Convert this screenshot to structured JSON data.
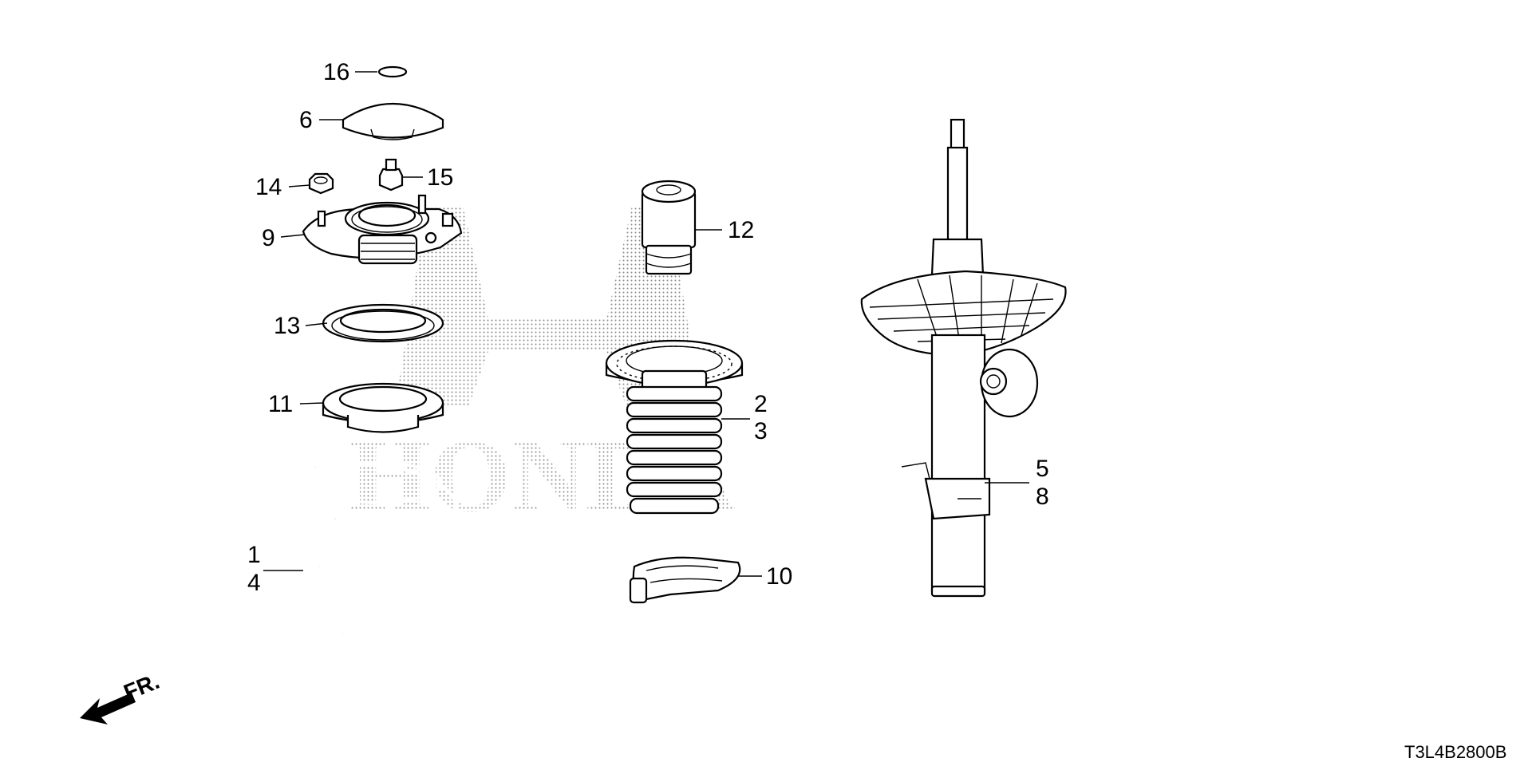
{
  "diagram": {
    "drawing_code": "T3L4B2800B",
    "front_indicator": "FR.",
    "watermark": "HONDA",
    "callouts": [
      "1",
      "2",
      "3",
      "4",
      "5",
      "6",
      "8",
      "9",
      "10",
      "11",
      "12",
      "13",
      "14",
      "15",
      "16"
    ]
  }
}
